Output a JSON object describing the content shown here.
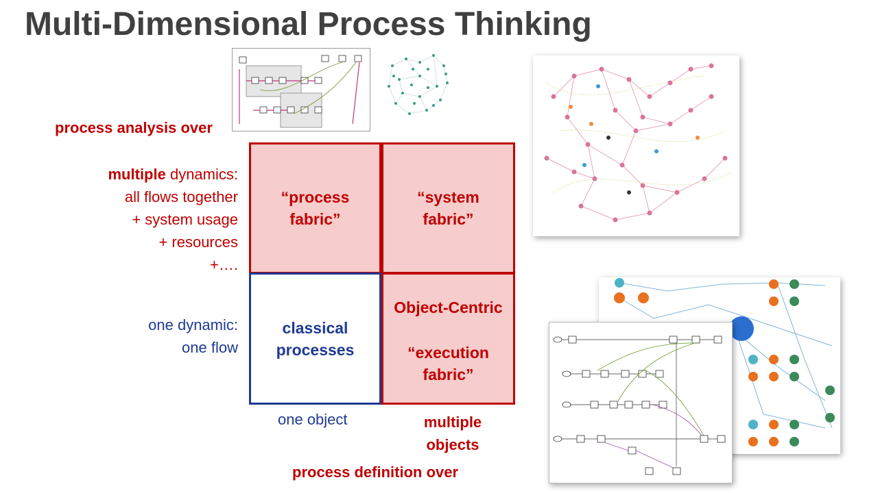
{
  "title": "Multi-Dimensional Process Thinking",
  "analysis_heading": "process analysis over",
  "definition_heading": "process definition over",
  "left_labels": {
    "multiple_bold": "multiple",
    "multiple_rest": " dynamics:",
    "line2": "all flows together",
    "line3": "+ system usage",
    "line4": "+ resources",
    "line5": "+….",
    "one_line1": "one dynamic:",
    "one_line2": "one flow"
  },
  "cells": {
    "process_fabric_1": "“process",
    "process_fabric_2": "fabric”",
    "system_fabric_1": "“system",
    "system_fabric_2": "fabric”",
    "classical_1": "classical",
    "classical_2": "processes",
    "oc_1": "Object-Centric",
    "oc_2": "“execution",
    "oc_3": "fabric”"
  },
  "bottom_labels": {
    "one_object": "one object",
    "multiple_objects_1": "multiple",
    "multiple_objects_2": "objects"
  },
  "colors": {
    "red": "#c00000",
    "blue": "#1f3a93",
    "pink_fill": "#f6cccc",
    "title_gray": "#404040"
  }
}
